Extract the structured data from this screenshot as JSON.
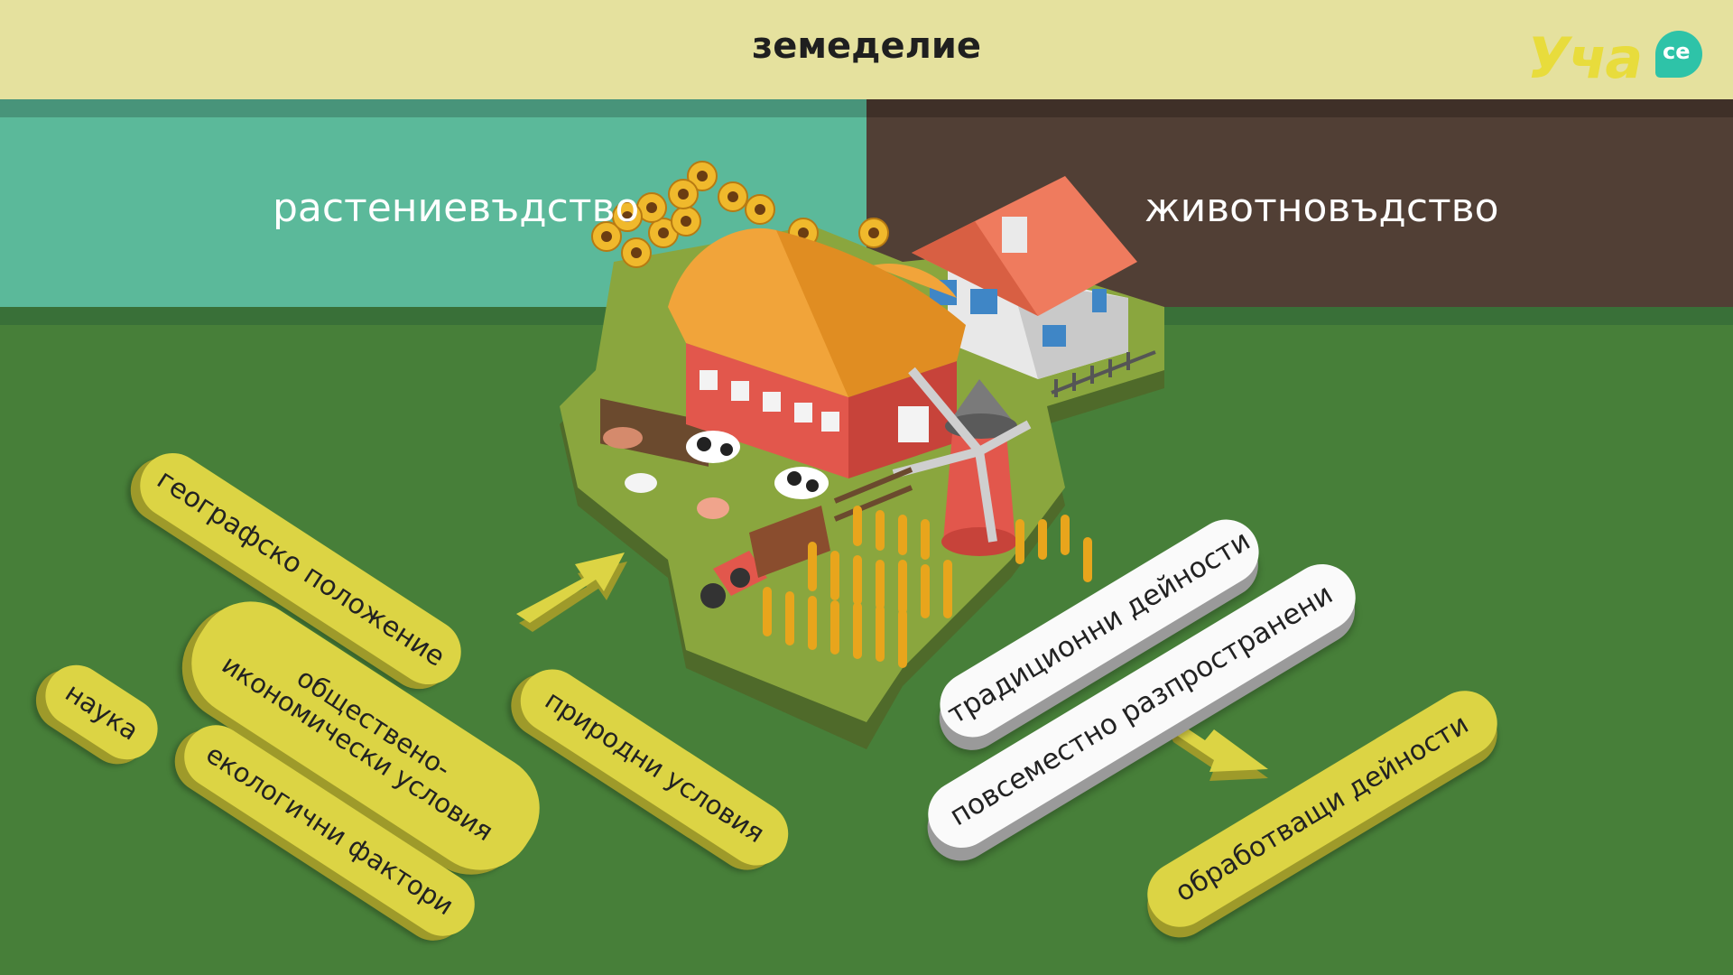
{
  "header": {
    "title": "земеделие"
  },
  "logo": {
    "text": "Уча",
    "badge": "се"
  },
  "bands": {
    "left_label": "растениевъдство",
    "right_label": "животновъдство"
  },
  "factors": {
    "geo": "географско положение",
    "socio": "обществено-\nикономически условия",
    "science": "наука",
    "ecology": "екологични фактори",
    "nature": "природни условия"
  },
  "activities": {
    "traditional": "традиционни дейности",
    "widespread": "повсеместно разпространени",
    "processing": "обработващи дейности"
  },
  "colors": {
    "header_bg": "#e5e19e",
    "left_band": "#5bb99a",
    "right_band": "#513f35",
    "field": "#477f39",
    "pill_yellow": "#dcd444",
    "pill_white": "#fafafa"
  }
}
